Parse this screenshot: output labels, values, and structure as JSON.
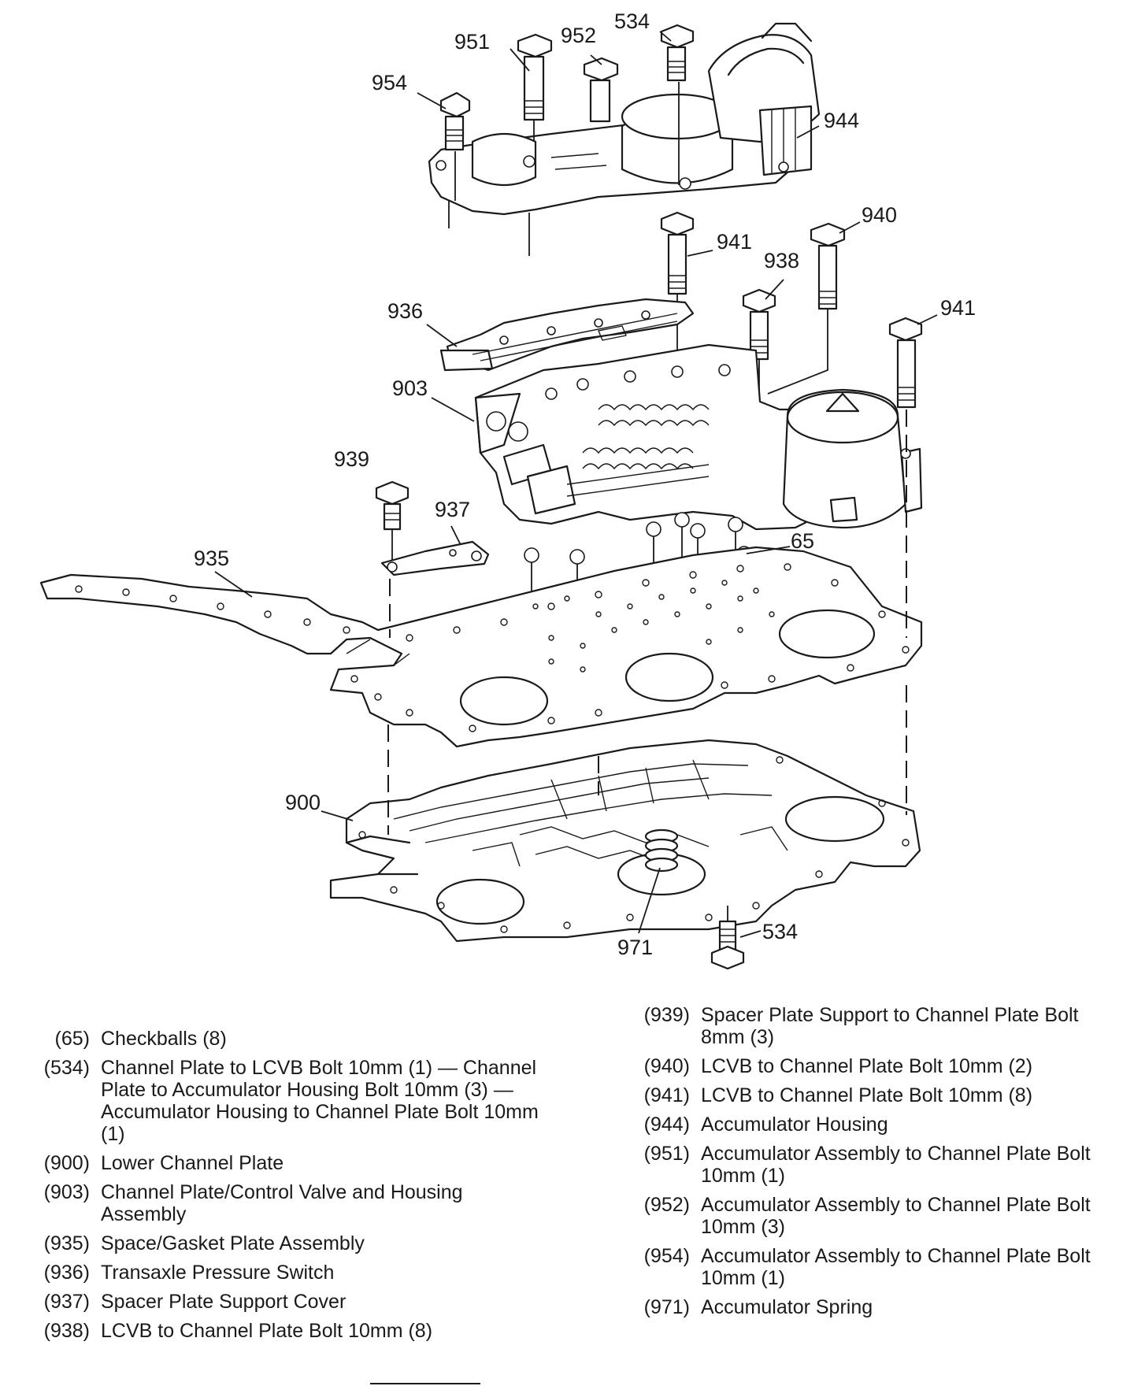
{
  "callouts": {
    "c951": "951",
    "c952": "952",
    "c534_top": "534",
    "c954": "954",
    "c944": "944",
    "c941_a": "941",
    "c940": "940",
    "c938": "938",
    "c936": "936",
    "c941_b": "941",
    "c903": "903",
    "c939": "939",
    "c937": "937",
    "c65": "65",
    "c935": "935",
    "c900": "900",
    "c534_bottom": "534",
    "c971": "971"
  },
  "legend": {
    "left": [
      {
        "code": "(65)",
        "desc": "Checkballs (8)"
      },
      {
        "code": "(534)",
        "desc": "Channel Plate to LCVB Bolt 10mm (1) — Channel Plate to Accumulator Housing Bolt 10mm (3) — Accumulator Housing to Channel Plate Bolt 10mm (1)"
      },
      {
        "code": "(900)",
        "desc": "Lower Channel Plate"
      },
      {
        "code": "(903)",
        "desc": "Channel Plate/Control Valve and Housing Assembly"
      },
      {
        "code": "(935)",
        "desc": "Space/Gasket Plate Assembly"
      },
      {
        "code": "(936)",
        "desc": "Transaxle Pressure Switch"
      },
      {
        "code": "(937)",
        "desc": "Spacer Plate Support Cover"
      },
      {
        "code": "(938)",
        "desc": "LCVB to Channel Plate Bolt 10mm (8)"
      }
    ],
    "right": [
      {
        "code": "(939)",
        "desc": "Spacer Plate Support to Channel Plate Bolt 8mm (3)"
      },
      {
        "code": "(940)",
        "desc": "LCVB to Channel Plate Bolt 10mm (2)"
      },
      {
        "code": "(941)",
        "desc": "LCVB to Channel Plate Bolt 10mm (8)"
      },
      {
        "code": "(944)",
        "desc": "Accumulator Housing"
      },
      {
        "code": "(951)",
        "desc": "Accumulator Assembly to Channel Plate Bolt 10mm (1)"
      },
      {
        "code": "(952)",
        "desc": "Accumulator Assembly to Channel Plate Bolt 10mm (3)"
      },
      {
        "code": "(954)",
        "desc": "Accumulator Assembly to Channel Plate Bolt 10mm (1)"
      },
      {
        "code": "(971)",
        "desc": "Accumulator Spring"
      }
    ]
  }
}
